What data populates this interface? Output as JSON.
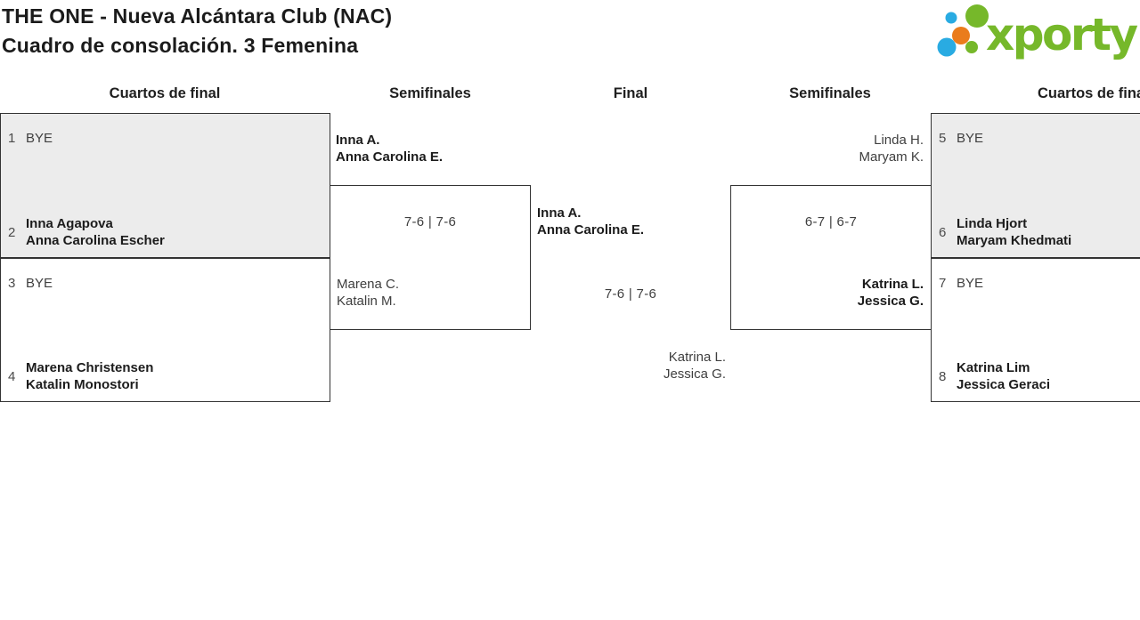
{
  "title": {
    "line1": "THE ONE - Nueva Alcántara Club (NAC)",
    "line2": "Cuadro de consolación. 3 Femenina"
  },
  "logo": {
    "text": "xporty",
    "colors": {
      "green": "#76b82a",
      "blue": "#29abe2",
      "orange": "#ea7c1c"
    }
  },
  "round_headers": {
    "qf_left": "Cuartos de final",
    "sf_left": "Semifinales",
    "final": "Final",
    "sf_right": "Semifinales",
    "qf_right": "Cuartos de final"
  },
  "matches": {
    "qf1": {
      "seed_top": "1",
      "top_name": "BYE",
      "seed_bottom": "2",
      "bottom_line1": "Inna Agapova",
      "bottom_line2": "Anna Carolina Escher"
    },
    "qf2": {
      "seed_top": "3",
      "top_name": "BYE",
      "seed_bottom": "4",
      "bottom_line1": "Marena Christensen",
      "bottom_line2": "Katalin Monostori"
    },
    "sf_left": {
      "top_line1": "Inna A.",
      "top_line2": "Anna Carolina E.",
      "score": "7-6 | 7-6",
      "bottom_line1": "Marena C.",
      "bottom_line2": "Katalin M."
    },
    "final": {
      "top_line1": "Inna A.",
      "top_line2": "Anna Carolina E.",
      "score": "7-6 | 7-6",
      "bottom_line1": "Katrina L.",
      "bottom_line2": "Jessica G."
    },
    "sf_right": {
      "top_line1": "Linda H.",
      "top_line2": "Maryam K.",
      "score": "6-7 | 6-7",
      "bottom_line1": "Katrina L.",
      "bottom_line2": "Jessica G."
    },
    "qf3": {
      "seed_top": "5",
      "top_name": "BYE",
      "seed_bottom": "6",
      "bottom_line1": "Linda Hjort",
      "bottom_line2": "Maryam Khedmati"
    },
    "qf4": {
      "seed_top": "7",
      "top_name": "BYE",
      "seed_bottom": "8",
      "bottom_line1": "Katrina Lim",
      "bottom_line2": "Jessica Geraci"
    }
  }
}
